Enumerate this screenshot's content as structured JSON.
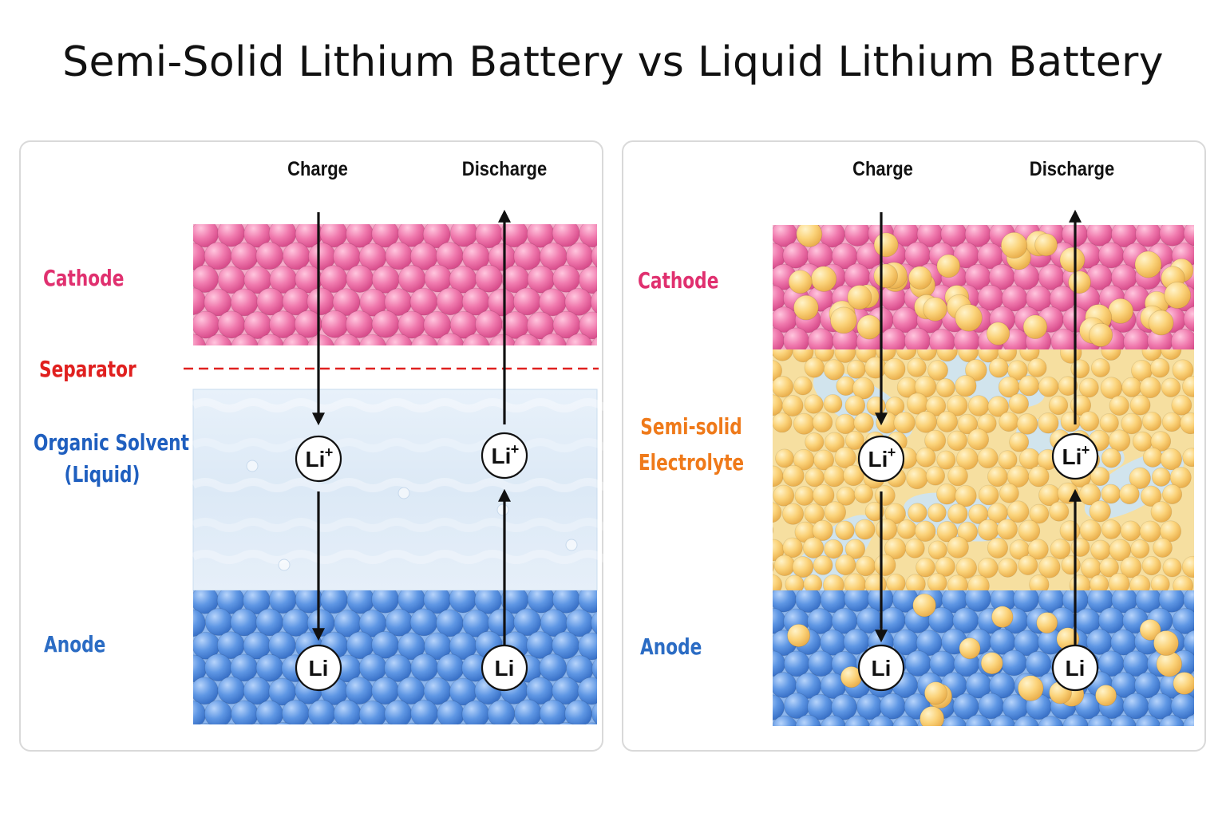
{
  "title": "Semi-Solid Lithium Battery vs Liquid Lithium Battery",
  "colors": {
    "cathode_label": "#e0306f",
    "separator_label": "#e0201f",
    "solvent_label": "#1f5fbf",
    "anode_label": "#2b6cc4",
    "electrolyte_label": "#ef7a1a",
    "cathode_ball": "#f06ea6",
    "anode_ball": "#5a93e0",
    "electrolyte_ball": "#f9cd6e",
    "liquid": "#e4eef8",
    "separator_line": "#e0201f"
  },
  "left_panel": {
    "charge_label": "Charge",
    "discharge_label": "Discharge",
    "cathode_label": "Cathode",
    "separator_label": "Separator",
    "solvent_label_line1": "Organic Solvent",
    "solvent_label_line2": "(Liquid)",
    "anode_label": "Anode",
    "ion_label": "Li",
    "ion_charge": "+",
    "metal_label": "Li"
  },
  "right_panel": {
    "charge_label": "Charge",
    "discharge_label": "Discharge",
    "cathode_label": "Cathode",
    "electrolyte_label_line1": "Semi-solid",
    "electrolyte_label_line2": "Electrolyte",
    "anode_label": "Anode",
    "ion_label": "Li",
    "ion_charge": "+",
    "metal_label": "Li"
  }
}
